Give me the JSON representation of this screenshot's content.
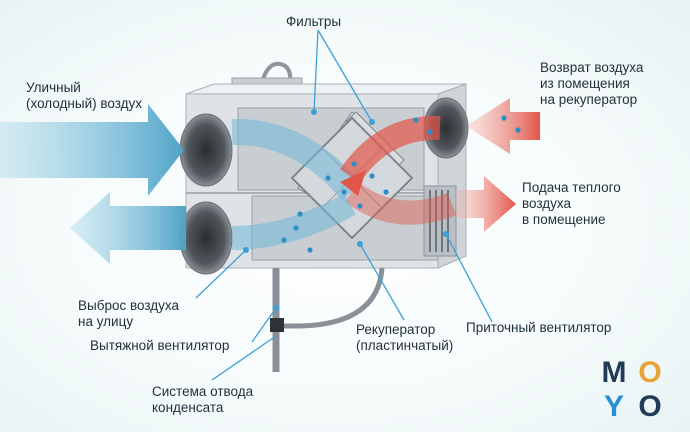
{
  "labels": {
    "filters": "Фильтры",
    "outdoor_air": "Уличный\n(холодный) воздух",
    "return_air": "Возврат воздуха\nиз помещения\nна рекуператор",
    "supply_air": "Подача теплого\nвоздуха\nв помещение",
    "exhaust_out": "Выброс воздуха\nна улицу",
    "exhaust_fan": "Вытяжной вентилятор",
    "recuperator": "Рекуператор\n(пластинчатый)",
    "supply_fan": "Приточный вентилятор",
    "condensate": "Система отвода\nконденсата"
  },
  "logo": {
    "letters": [
      "M",
      "O",
      "Y",
      "O"
    ],
    "colors": [
      "#1f3b57",
      "#e8a23a",
      "#2a8fd0",
      "#1f3b57"
    ]
  },
  "colors": {
    "cold_air": "#6fb7d6",
    "warm_air": "#e2564a",
    "unit_body": "#dfe3e6",
    "leader_line": "#3fa0d8"
  }
}
